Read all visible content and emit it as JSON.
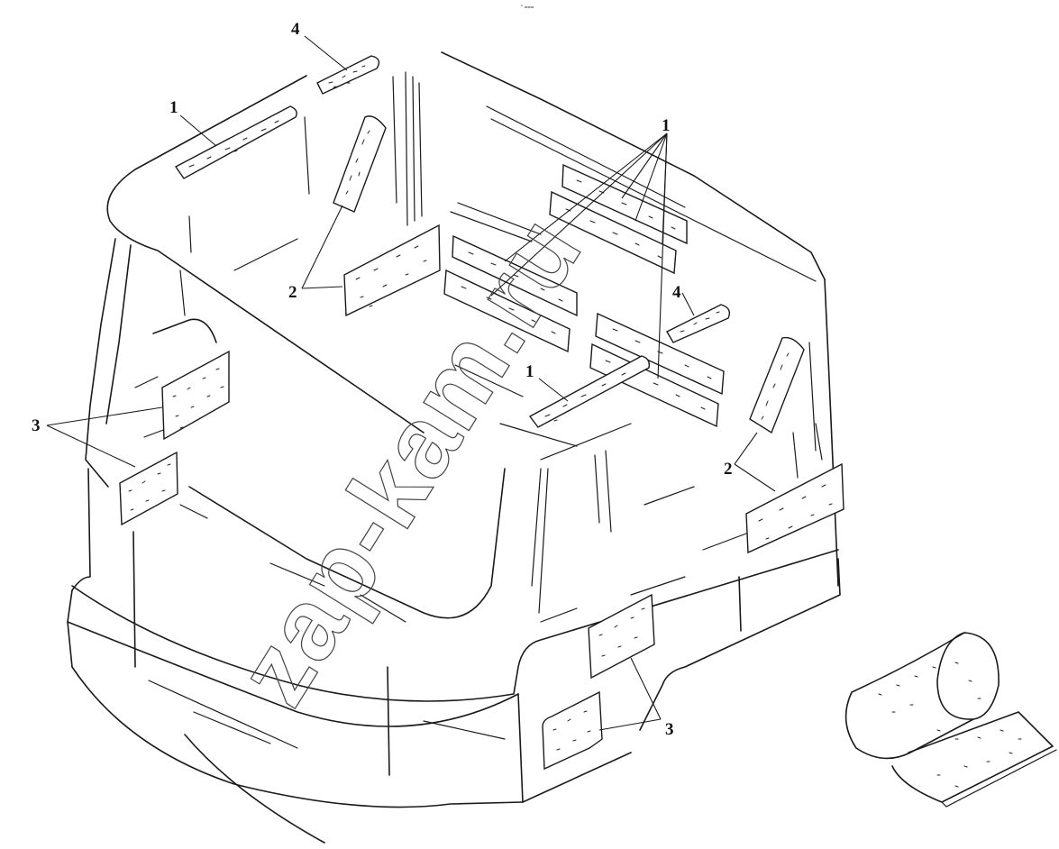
{
  "diagram": {
    "header_mark": "\" ===",
    "callouts": [
      {
        "id": "c1a",
        "label": "1"
      },
      {
        "id": "c1b",
        "label": "1"
      },
      {
        "id": "c1c",
        "label": "1"
      },
      {
        "id": "c2a",
        "label": "2"
      },
      {
        "id": "c2b",
        "label": "2"
      },
      {
        "id": "c3a",
        "label": "3"
      },
      {
        "id": "c3b",
        "label": "3"
      },
      {
        "id": "c4a",
        "label": "4"
      },
      {
        "id": "c4b",
        "label": "4"
      }
    ],
    "watermark": "zap-kam.ru"
  }
}
